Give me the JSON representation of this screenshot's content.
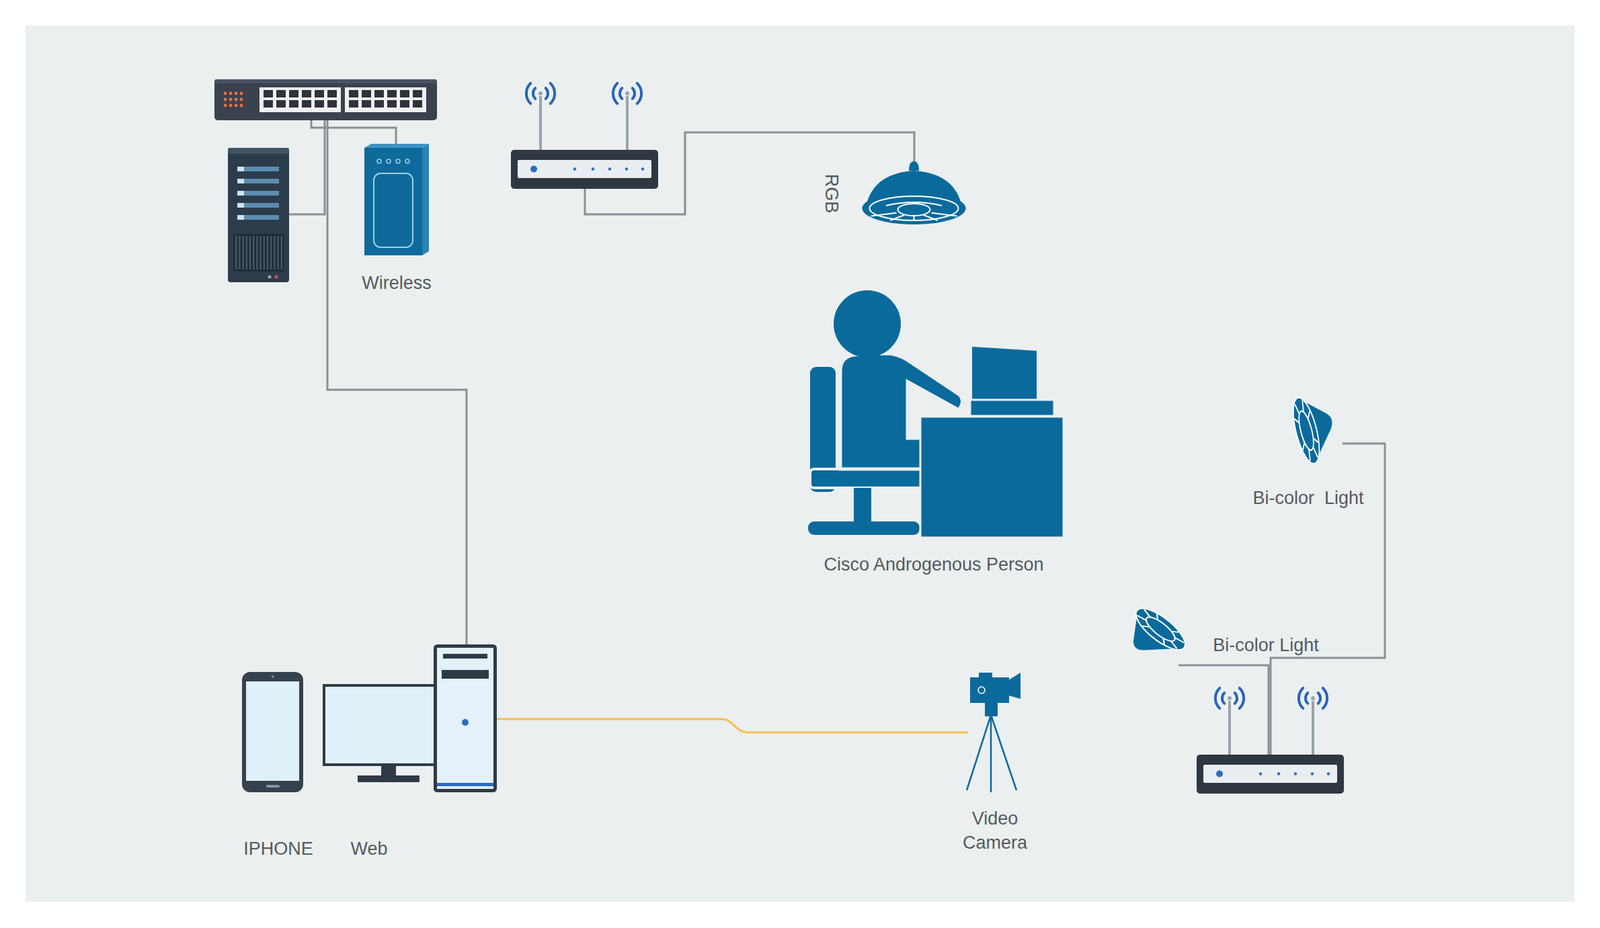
{
  "diagram": {
    "nodes": [
      {
        "text": []
      },
      {
        "text": []
      },
      {
        "text": [
          "Wireless"
        ]
      },
      {
        "text": []
      },
      {
        "text": [
          "RGB"
        ]
      },
      {
        "text": [
          "Cisco Androgenous Person"
        ]
      },
      {
        "text": [
          "Bi-color  Light"
        ]
      },
      {
        "text": [
          "Bi-color Light"
        ]
      },
      {
        "text": [
          "IPHONE"
        ]
      },
      {
        "text": [
          "Web"
        ]
      },
      {
        "text": []
      },
      {
        "text": []
      },
      {
        "text": [
          "Video Camera"
        ]
      }
    ],
    "edges": [
      {
        "from": 0,
        "to": 1,
        "arrow": "none"
      },
      {
        "from": 0,
        "to": 2,
        "arrow": "none"
      },
      {
        "from": 0,
        "to": 10,
        "arrow": "none"
      },
      {
        "from": 3,
        "to": 4,
        "arrow": "none"
      },
      {
        "from": 6,
        "to": 11,
        "arrow": "none"
      },
      {
        "from": 7,
        "to": 11,
        "arrow": "none"
      },
      {
        "from": 10,
        "to": 12,
        "arrow": "none"
      }
    ]
  }
}
